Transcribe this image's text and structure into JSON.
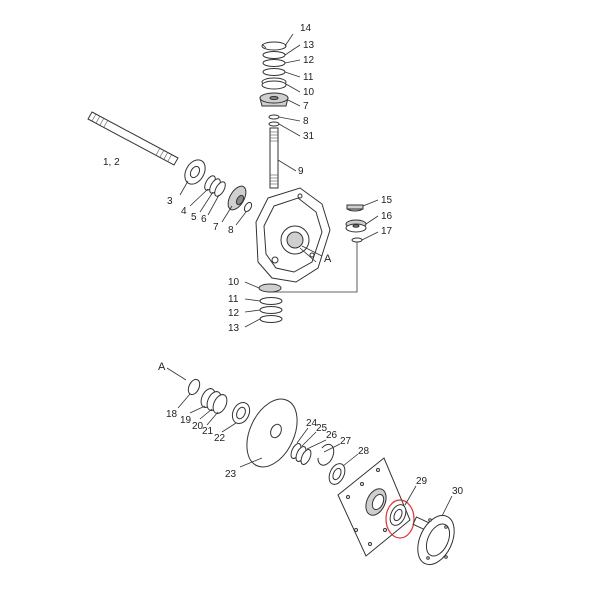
{
  "labels": {
    "upper_shaft_14": "14",
    "upper_shaft_13": "13",
    "upper_shaft_12": "12",
    "upper_shaft_11": "11",
    "upper_shaft_10": "10",
    "upper_shaft_7": "7",
    "upper_shaft_8": "8",
    "upper_shaft_31": "31",
    "upper_shaft_9": "9",
    "input_shaft": "1, 2",
    "input_3": "3",
    "input_4": "4",
    "input_5": "5",
    "input_6": "6",
    "input_7": "7",
    "input_8": "8",
    "right_15": "15",
    "right_16": "16",
    "right_17": "17",
    "ref_a_upper": "A",
    "lower_10": "10",
    "lower_11": "11",
    "lower_12": "12",
    "lower_13": "13",
    "ref_a_lower": "A",
    "p18": "18",
    "p19": "19",
    "p20": "20",
    "p21": "21",
    "p22": "22",
    "p23": "23",
    "p24": "24",
    "p25": "25",
    "p26": "26",
    "p27": "27",
    "p28": "28",
    "p29": "29",
    "p30": "30"
  },
  "colors": {
    "highlight": "#e03030"
  }
}
